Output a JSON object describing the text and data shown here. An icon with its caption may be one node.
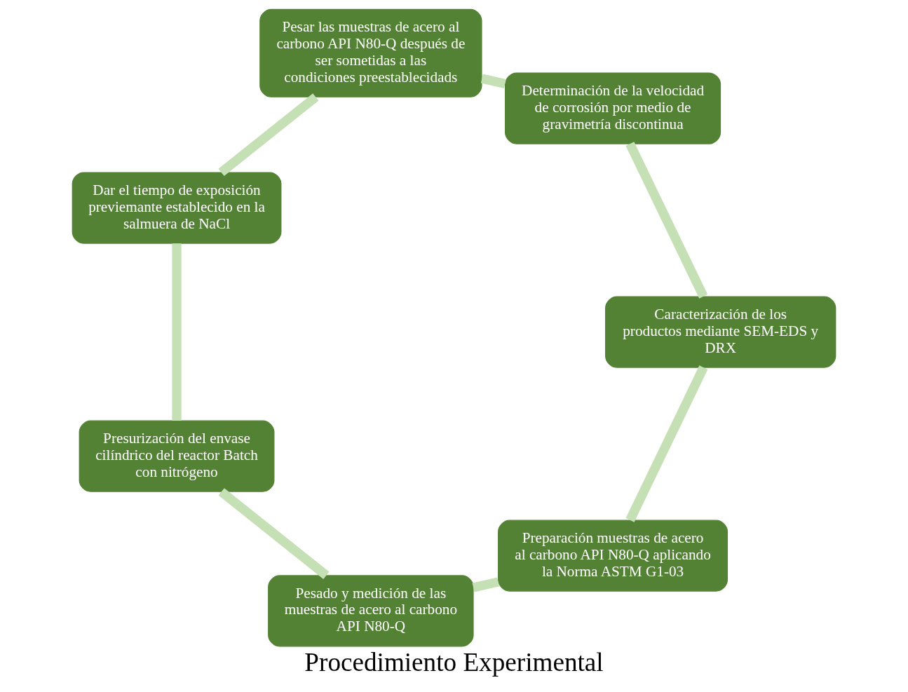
{
  "diagram": {
    "title": "Procedimiento Experimental",
    "nodes": [
      {
        "text": [
          "Preparación muestras de acero al carbono API N80-Q aplicando la Norma ASTM G1-03"
        ]
      },
      {
        "text": [
          "Pesado y medición de las muestras de acero al carbono API N80-Q"
        ]
      },
      {
        "text": [
          "Presurización del envase cilíndrico del reactor Batch con nitrógeno"
        ]
      },
      {
        "text": [
          "Dar el tiempo de exposición previemante establecido en la salmuera de NaCl"
        ]
      },
      {
        "text": [
          "Pesar las muestras de acero al carbono API N80-Q después de ser sometidas a las condiciones preestablecidads"
        ]
      },
      {
        "text": [
          "Determinación de la velocidad de corrosión por medio de gravimetría discontinua"
        ]
      },
      {
        "text": [
          "Caracterización de los productos mediante SEM-EDS y DRX"
        ]
      }
    ],
    "edges": [
      {
        "from": 0,
        "to": 1,
        "arrow": "none"
      },
      {
        "from": 1,
        "to": 2,
        "arrow": "none"
      },
      {
        "from": 2,
        "to": 3,
        "arrow": "none"
      },
      {
        "from": 3,
        "to": 4,
        "arrow": "none"
      },
      {
        "from": 4,
        "to": 5,
        "arrow": "none"
      },
      {
        "from": 5,
        "to": 6,
        "arrow": "none"
      },
      {
        "from": 6,
        "to": 0,
        "arrow": "none"
      }
    ]
  }
}
